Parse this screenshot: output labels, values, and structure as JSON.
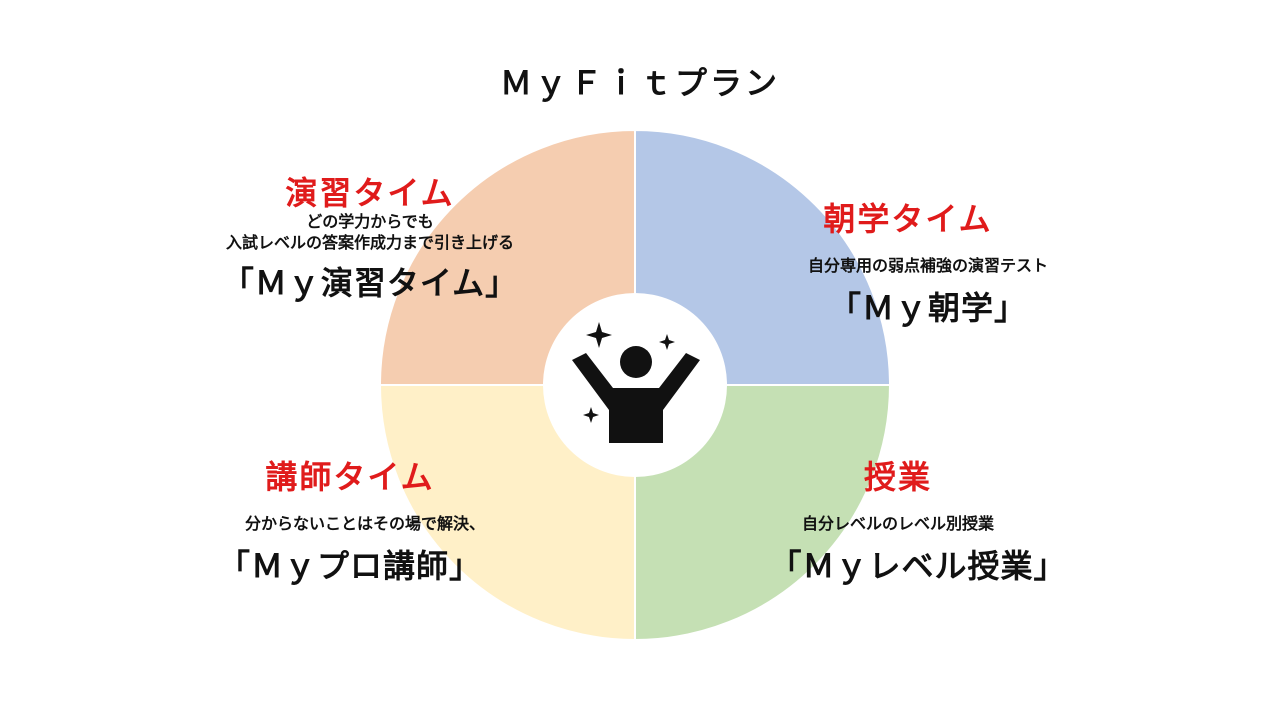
{
  "title": "ＭｙＦｉｔプラン",
  "colors": {
    "heading": "#e01b1b",
    "text": "#111111",
    "quadrant_top_left": "#f5cdb0",
    "quadrant_top_right": "#b4c7e7",
    "quadrant_bottom_right": "#c5e0b4",
    "quadrant_bottom_left": "#fff0c8",
    "center_circle": "#ffffff",
    "icon": "#111111"
  },
  "center_icon": "person-cheering-icon",
  "quadrants": {
    "top_left": {
      "heading": "演習タイム",
      "desc_line1": "どの学力からでも",
      "desc_line2": "入試レベルの答案作成力まで引き上げる",
      "big": "「Ｍｙ演習タイム」"
    },
    "top_right": {
      "heading": "朝学タイム",
      "desc_line1": "自分専用の弱点補強の演習テスト",
      "big": "「Ｍｙ朝学」"
    },
    "bottom_left": {
      "heading": "講師タイム",
      "desc_line1": "分からないことはその場で解決、",
      "big": "「Ｍｙプロ講師」"
    },
    "bottom_right": {
      "heading": "授業",
      "desc_line1": "自分レベルのレベル別授業",
      "big": "「Ｍｙレベル授業」"
    }
  }
}
